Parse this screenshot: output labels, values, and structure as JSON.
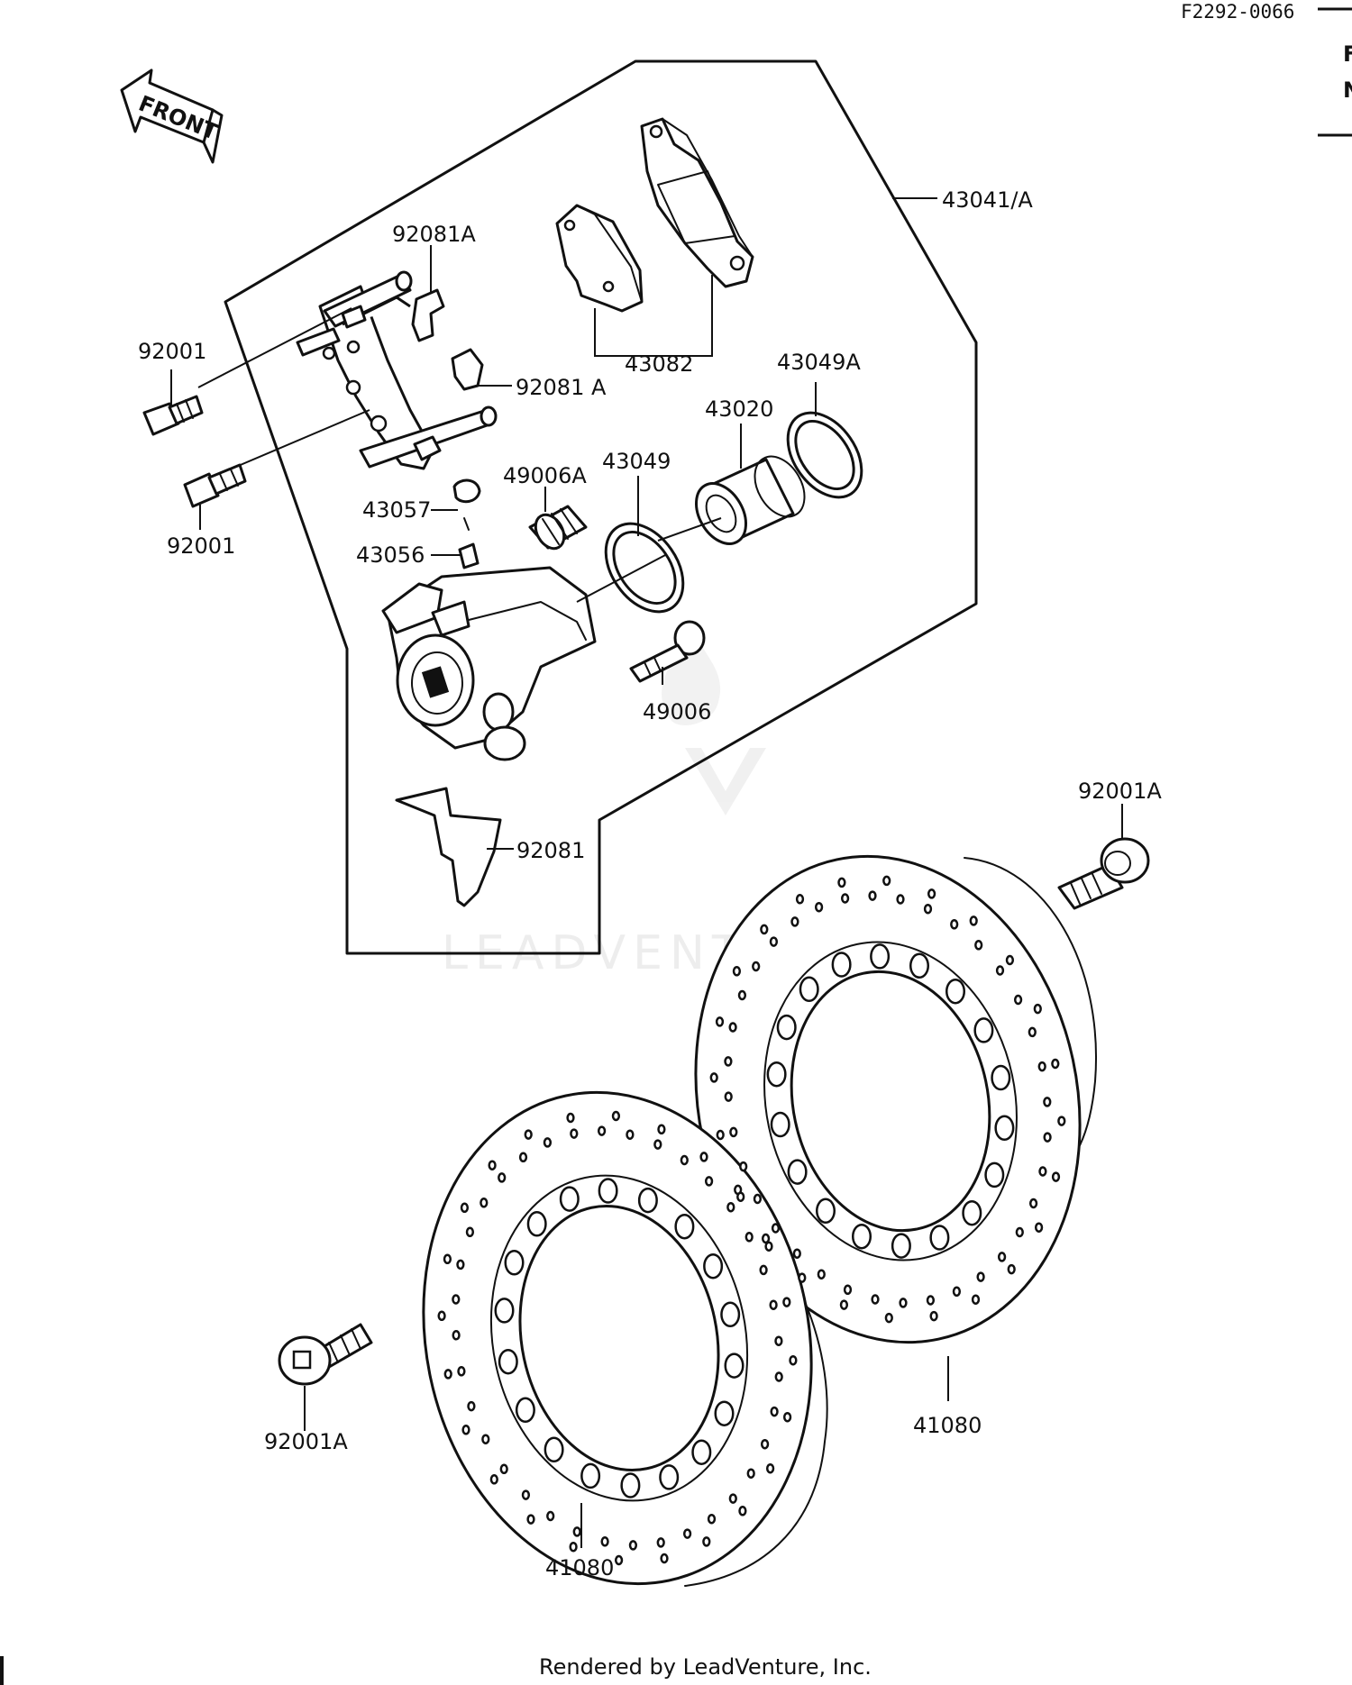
{
  "header": {
    "figure_code": "F2292-0066",
    "right_edge_text": [
      "F",
      "N"
    ]
  },
  "front_arrow": {
    "label": "FRONT"
  },
  "parts": {
    "p43041A": "43041/A",
    "p92081A_top": "92081A",
    "p92081A_mid": "92081 A",
    "p43082": "43082",
    "p43049A": "43049A",
    "p43020": "43020",
    "p43049": "43049",
    "p49006A": "49006A",
    "p92001_top": "92001",
    "p92001_bottom": "92001",
    "p43057": "43057",
    "p43056": "43056",
    "p49006": "49006",
    "p92081": "92081",
    "p92001A_right": "92001A",
    "p92001A_left": "92001A",
    "p41080_right": "41080",
    "p41080_left": "41080"
  },
  "watermark": "LEADVENTURE",
  "footer": {
    "rendered_by": "Rendered by LeadVenture, Inc."
  }
}
